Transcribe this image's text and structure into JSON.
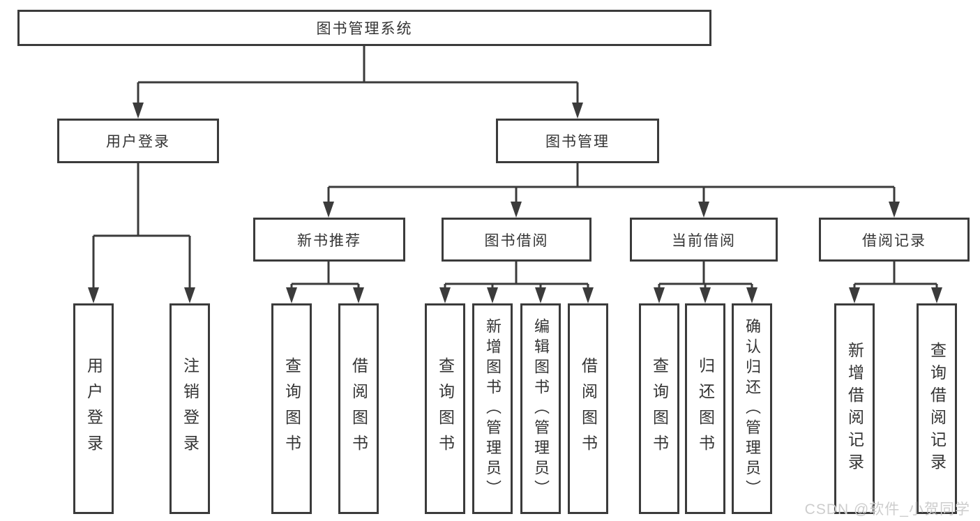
{
  "colors": {
    "line": "#3b3b3b",
    "box_border": "#3b3b3b",
    "text": "#343434",
    "watermark": "#cdcdcd",
    "background": "#ffffff"
  },
  "watermark": {
    "text": "CSDN @软件_小贺同学"
  },
  "tree": {
    "label": "图书管理系统",
    "children": [
      {
        "label": "用户登录",
        "children": [
          {
            "label": "用户登录"
          },
          {
            "label": "注销登录"
          }
        ]
      },
      {
        "label": "图书管理",
        "children": [
          {
            "label": "新书推荐",
            "children": [
              {
                "label": "查询图书"
              },
              {
                "label": "借阅图书"
              }
            ]
          },
          {
            "label": "图书借阅",
            "children": [
              {
                "label": "查询图书"
              },
              {
                "label": "新增图书（管理员）"
              },
              {
                "label": "编辑图书（管理员）"
              },
              {
                "label": "借阅图书"
              }
            ]
          },
          {
            "label": "当前借阅",
            "children": [
              {
                "label": "查询图书"
              },
              {
                "label": "归还图书"
              },
              {
                "label": "确认归还（管理员）"
              }
            ]
          },
          {
            "label": "借阅记录",
            "children": [
              {
                "label": "新增借阅记录"
              },
              {
                "label": "查询借阅记录"
              }
            ]
          }
        ]
      }
    ]
  }
}
